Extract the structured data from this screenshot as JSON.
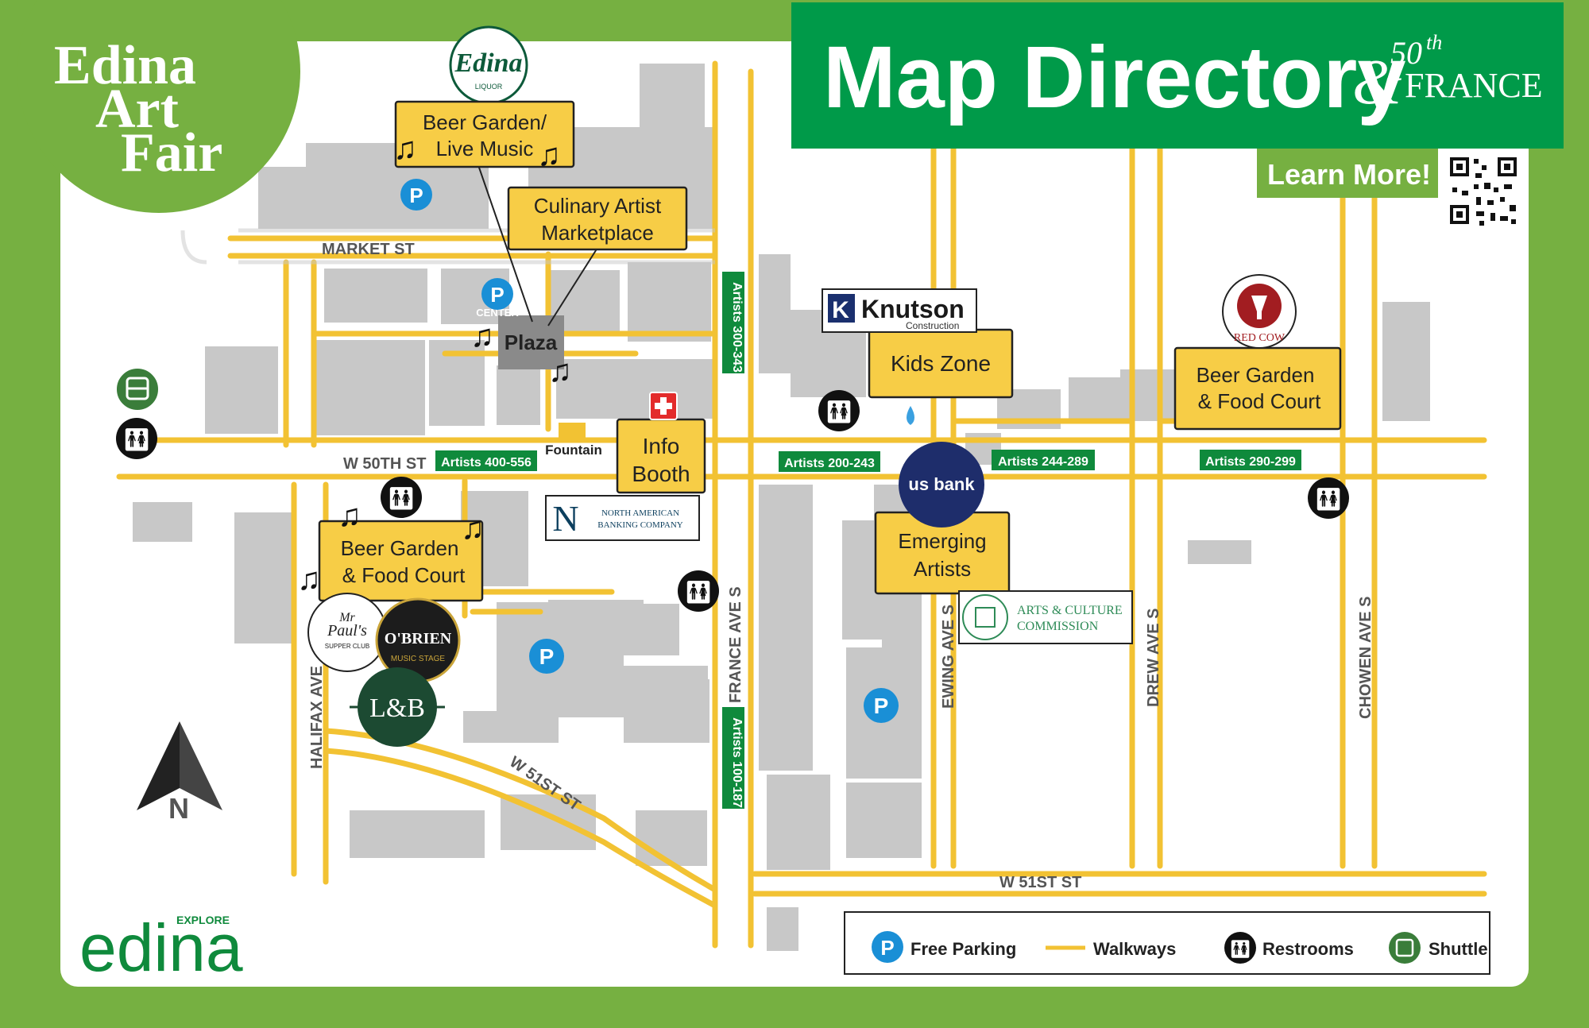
{
  "festival": {
    "line1": "Edina",
    "line2": "Art",
    "line3": "Fair"
  },
  "header": {
    "title": "Map Directory",
    "brand_number": "50",
    "brand_suffix": "th",
    "brand_amp": "&",
    "brand_name": "FRANCE",
    "learn_more": "Learn More!"
  },
  "streets": {
    "market": "MARKET ST",
    "w50th": "W 50TH ST",
    "w51st_diag": "W 51ST ST",
    "w51st": "W 51ST ST",
    "halifax": "HALIFAX AVE",
    "france": "FRANCE AVE S",
    "ewing": "EWING AVE S",
    "drew": "DREW AVE S",
    "chowen": "CHOWEN AVE S"
  },
  "artist_zones": {
    "a300": "Artists 300-343",
    "a400": "Artists 400-556",
    "a200": "Artists 200-243",
    "a244": "Artists 244-289",
    "a290": "Artists 290-299",
    "a100": "Artists 100-187"
  },
  "venues": {
    "beer_garden_music_1": "Beer Garden/",
    "beer_garden_music_2": "Live Music",
    "culinary_1": "Culinary Artist",
    "culinary_2": "Marketplace",
    "plaza": "Plaza",
    "center": "CENTER",
    "fountain": "Fountain",
    "info_1": "Info",
    "info_2": "Booth",
    "kids_zone": "Kids Zone",
    "beer_food_east_1": "Beer Garden",
    "beer_food_east_2": "& Food Court",
    "beer_food_west_1": "Beer Garden",
    "beer_food_west_2": "& Food Court",
    "emerging_1": "Emerging",
    "emerging_2": "Artists"
  },
  "sponsors": {
    "edina_liquor": "Edina",
    "edina_liquor_sub": "LIQUOR",
    "knutson": "Knutson",
    "knutson_sub": "Construction",
    "red_cow": "RED COW",
    "north_american_1": "NORTH AMERICAN",
    "north_american_2": "BANKING COMPANY",
    "usbank": "us bank",
    "arts_culture_1": "ARTS & CULTURE",
    "arts_culture_2": "COMMISSION",
    "mr_pauls_1": "Mr",
    "mr_pauls_2": "Paul's",
    "mr_pauls_3": "SUPPER CLUB",
    "obrien_1": "O'BRIEN",
    "obrien_2": "MUSIC STAGE",
    "lb": "L&B"
  },
  "north_label": "N",
  "explore": {
    "small": "EXPLORE",
    "big": "edina"
  },
  "legend": {
    "parking": "Free Parking",
    "walkways": "Walkways",
    "restrooms": "Restrooms",
    "shuttle": "Shuttle"
  },
  "colors": {
    "frame_green": "#76b041",
    "header_green": "#009a49",
    "label_yellow": "#f7cd46",
    "walkway_yellow": "#f2c233",
    "building_gray": "#c8c8c8",
    "parking_blue": "#1a8fd6",
    "artist_tag_green": "#0f8a3c"
  },
  "icons": [
    "parking-icon",
    "restroom-icon",
    "shuttle-icon",
    "first-aid-icon",
    "water-drop-icon",
    "music-note-icon",
    "north-arrow-icon",
    "qr-code-icon"
  ]
}
